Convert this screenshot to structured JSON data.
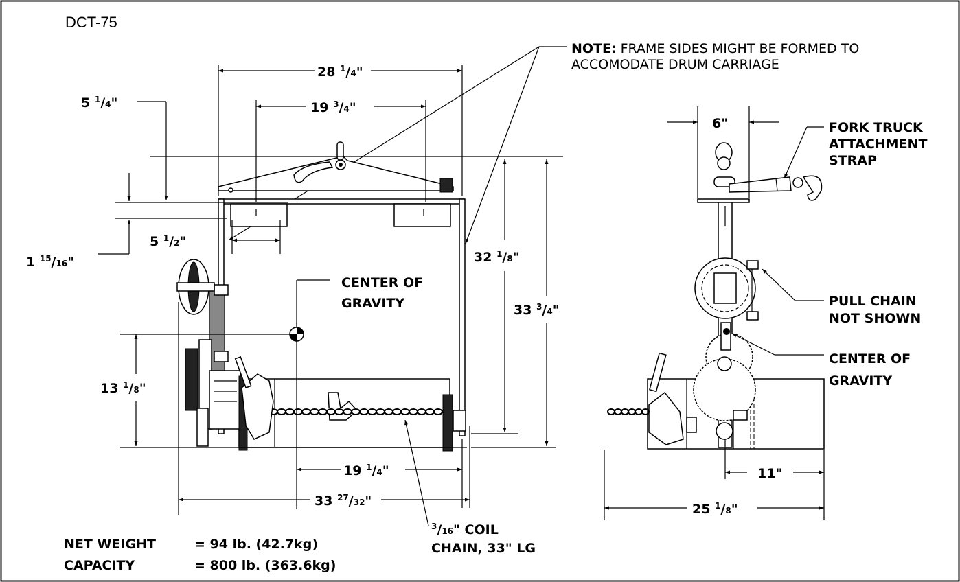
{
  "title": "DCT-75",
  "note": {
    "prefix": "NOTE:",
    "line1": " FRAME SIDES MIGHT BE FORMED TO",
    "line2": "ACCOMODATE DRUM CARRIAGE"
  },
  "dims": {
    "d28": {
      "whole": "28 ",
      "num": "1",
      "den": "4",
      "unit": "\""
    },
    "d19_34": {
      "whole": "19 ",
      "num": "3",
      "den": "4",
      "unit": "\""
    },
    "d5_14": {
      "whole": "5 ",
      "num": "1",
      "den": "4",
      "unit": "\""
    },
    "d5_12": {
      "whole": "5 ",
      "num": "1",
      "den": "2",
      "unit": "\""
    },
    "d1_1516": {
      "whole": "1 ",
      "num": "15",
      "den": "16",
      "unit": "\""
    },
    "d32": {
      "whole": "32 ",
      "num": "1",
      "den": "8",
      "unit": "\""
    },
    "d33_34": {
      "whole": "33 ",
      "num": "3",
      "den": "4",
      "unit": "\""
    },
    "d13": {
      "whole": "13 ",
      "num": "1",
      "den": "8",
      "unit": "\""
    },
    "d19_14": {
      "whole": "19 ",
      "num": "1",
      "den": "4",
      "unit": "\""
    },
    "d33_2732": {
      "whole": "33 ",
      "num": "27",
      "den": "32",
      "unit": "\""
    },
    "d6": "6\"",
    "d11": "11\"",
    "d25": {
      "whole": "25 ",
      "num": "1",
      "den": "8",
      "unit": "\""
    }
  },
  "callouts": {
    "cog_left_1": "CENTER OF",
    "cog_left_2": "GRAVITY",
    "fork_1": "FORK TRUCK",
    "fork_2": "ATTACHMENT",
    "fork_3": "STRAP",
    "pull_1": "PULL CHAIN",
    "pull_2": "NOT SHOWN",
    "cog_right_1": "CENTER OF",
    "cog_right_2": "GRAVITY",
    "chain_num": "3",
    "chain_den": "16",
    "chain_1": "\" COIL",
    "chain_2": "CHAIN, 33\" LG"
  },
  "specs": {
    "net_weight_label": "NET WEIGHT",
    "net_weight_value": "=  94 lb.  (42.7kg)",
    "capacity_label": "CAPACITY",
    "capacity_value": "=  800 lb.  (363.6kg)"
  }
}
